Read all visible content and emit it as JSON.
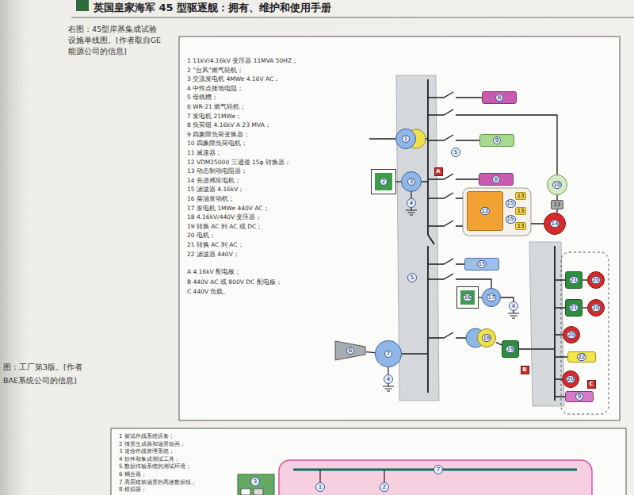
{
  "diagram": {
    "title": "英国皇家海军 45 型驱逐舰：拥有、维护和使用手册",
    "caption": "右图：45型岸基集成试验设施单线图。[作者取自GE能源公司的信息]",
    "nodes": [
      {
        "text": [
          "8"
        ]
      },
      {
        "text": [
          "1"
        ]
      },
      {
        "text": [
          "9"
        ]
      },
      {
        "text": [
          "5"
        ]
      },
      {
        "text": [
          "A"
        ]
      },
      {
        "text": [
          "2"
        ]
      },
      {
        "text": [
          "3"
        ]
      },
      {
        "text": [
          "8"
        ]
      },
      {
        "text": [
          "10"
        ]
      },
      {
        "text": [
          "4"
        ]
      },
      {
        "text": [
          "11"
        ]
      },
      {
        "text": [
          "12"
        ]
      },
      {
        "text": [
          "13"
        ]
      },
      {
        "text": [
          "15"
        ]
      },
      {
        "text": [
          "13"
        ]
      },
      {
        "text": [
          "15"
        ]
      },
      {
        "text": [
          "13"
        ]
      },
      {
        "text": [
          "14"
        ]
      },
      {
        "text": [
          "15"
        ]
      },
      {
        "text": [
          "5"
        ]
      },
      {
        "text": [
          "21"
        ]
      },
      {
        "text": [
          "20"
        ]
      },
      {
        "text": [
          "16"
        ]
      },
      {
        "text": [
          "17"
        ]
      },
      {
        "text": [
          "4"
        ]
      },
      {
        "text": [
          "21"
        ]
      },
      {
        "text": [
          "20"
        ]
      },
      {
        "text": [
          "20"
        ]
      },
      {
        "text": [
          "18"
        ]
      },
      {
        "text": [
          "19"
        ]
      },
      {
        "text": [
          "6"
        ]
      },
      {
        "text": [
          "7"
        ]
      },
      {
        "text": [
          "22"
        ]
      },
      {
        "text": [
          "B"
        ]
      },
      {
        "text": [
          "4"
        ]
      },
      {
        "text": [
          "20"
        ]
      },
      {
        "text": [
          "C"
        ]
      },
      {
        "text": [
          "9"
        ]
      },
      {
        "text": [
          "7"
        ]
      },
      {
        "text": [
          "3"
        ]
      },
      {
        "text": [
          "1"
        ]
      },
      {
        "text": [
          "2"
        ]
      }
    ],
    "edges": [
      {
        "from": 5,
        "to": 6,
        "arrow": "none"
      },
      {
        "from": 8,
        "to": 10,
        "arrow": "none"
      },
      {
        "from": 20,
        "to": 21,
        "arrow": "none"
      },
      {
        "from": 22,
        "to": 23,
        "arrow": "none"
      },
      {
        "from": 25,
        "to": 26,
        "arrow": "none"
      },
      {
        "from": 28,
        "to": 29,
        "arrow": "none"
      },
      {
        "from": 30,
        "to": 31,
        "arrow": "none"
      }
    ],
    "labels": [
      "图：工厂第3版。[作者",
      "BAE系统公司的信息]",
      "1 11kV/4.16kV 变压器 11MVA 50HZ；",
      "2 “台风”燃气轮机；",
      "3 交流发电机 4MWe 4.16V AC；",
      "4 中性点接地电阻；",
      "5 母线槽；",
      "6 WR-21 燃气轮机；",
      "7 发电机 21MWe；",
      "8 负荷组 4.16kV A 23 MVA；",
      "9 四象限负荷变换器；",
      "10 四象限负荷电机；",
      "11 减速器；",
      "12 VDM25000 三通道 15φ 转换器；",
      "13 动态制动电阻器；",
      "14 先进感应电机；",
      "15 滤波器 4.16kV；",
      "16 柴油发动机；",
      "17 发电机 1MWe 440V AC；",
      "18 4.16kV/440V 变压器；",
      "19 转换 AC 到 AC 或 DC；",
      "20 电机；",
      "21 转换 AC 到 AC；",
      "22 滤波器 440V；",
      "A 4.16kV 配电板；",
      "B 440V AC 或 800V DC 配电板；",
      "C 440V 负载。",
      "1 被试作战系统设备；",
      "2 情景生成器和场景动画；",
      "3 迷你作战管理系统；",
      "4 软件和集成测试工具；",
      "5 数据传输系统的测试环境；",
      "6 耦合器；",
      "7 高层建筑场景的高速数据线；",
      "8 模拟器；"
    ]
  }
}
